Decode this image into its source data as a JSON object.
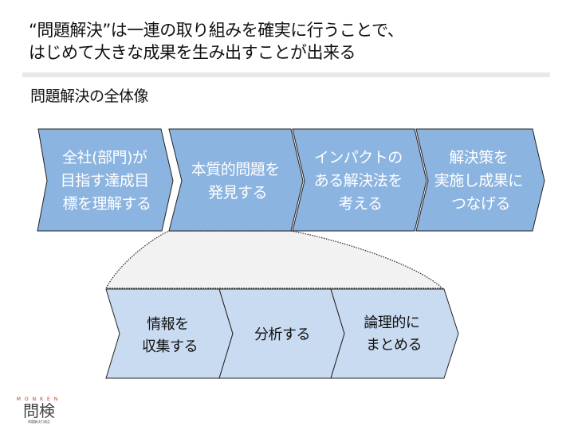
{
  "title_lines": [
    "“問題解決”は一連の取り組みを確実に行うことで、",
    "はじめて大きな成果を生み出すことが出来る"
  ],
  "subtitle": "問題解決の全体像",
  "main_steps": [
    {
      "lines": [
        "全社(部門)が",
        "目指す達成目",
        "標を理解する"
      ]
    },
    {
      "lines": [
        "本質的問題を",
        "発見する"
      ]
    },
    {
      "lines": [
        "インパクトの",
        "ある解決法を",
        "考える"
      ]
    },
    {
      "lines": [
        "解決策を",
        "実施し成果に",
        "つなげる"
      ]
    }
  ],
  "sub_steps": [
    {
      "lines": [
        "情報を",
        "収集する"
      ]
    },
    {
      "lines": [
        "分析する"
      ]
    },
    {
      "lines": [
        "論理的に",
        "まとめる"
      ]
    }
  ],
  "logo": {
    "top": "MONKEN",
    "mark": "問検",
    "caption": "問題解決力検定"
  },
  "colors": {
    "main": "#8CB4E0",
    "sub": "#C9DBF1",
    "funnel": "#F2F2F2"
  }
}
